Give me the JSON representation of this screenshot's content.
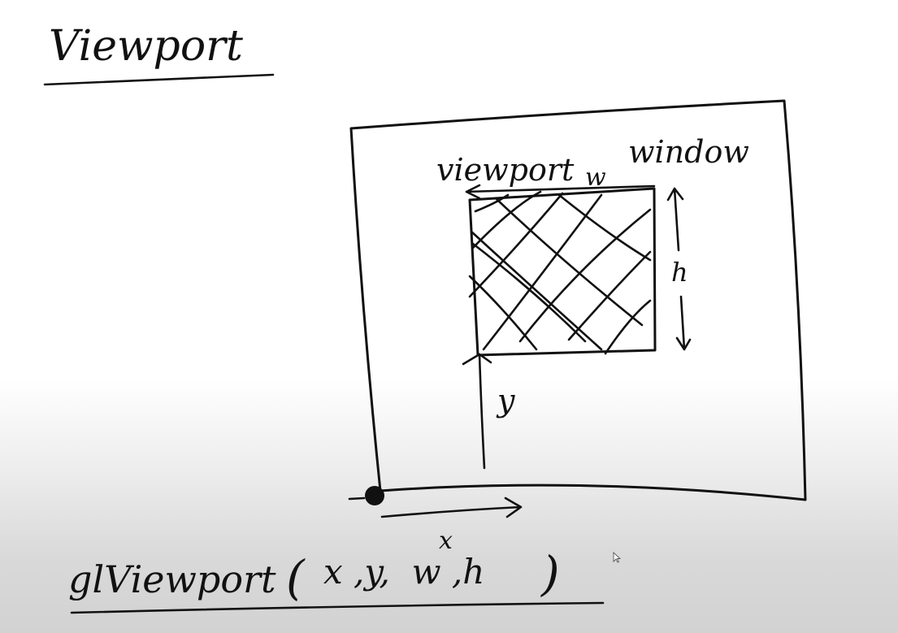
{
  "title": "Viewport",
  "diagram": {
    "viewport_label": "viewport",
    "window_label": "window",
    "width_label": "w",
    "height_label": "h",
    "y_label": "y",
    "x_label": "x"
  },
  "function_call": {
    "name": "glViewport",
    "open_paren": "(",
    "args": "x ,y,  w ,h",
    "close_paren": ")"
  },
  "colors": {
    "ink": "#111111",
    "board": "#ffffff",
    "shadow": "#d2d2d2"
  }
}
